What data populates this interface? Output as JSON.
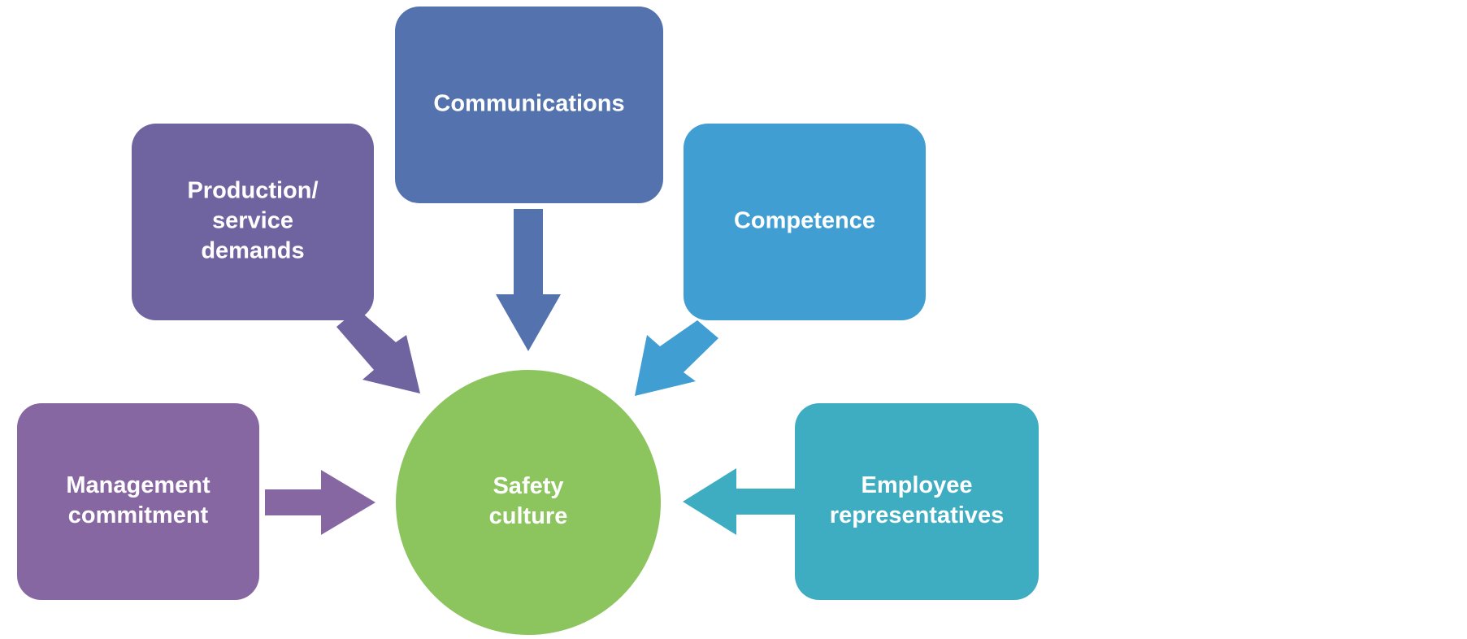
{
  "diagram": {
    "center": {
      "lines": [
        "Safety",
        "culture"
      ],
      "color": "#8CC45E"
    },
    "nodes": [
      {
        "id": "management-commitment",
        "lines": [
          "Management",
          "commitment"
        ],
        "color": "#8767A2"
      },
      {
        "id": "production-service-demands",
        "lines": [
          "Production/",
          "service",
          "demands"
        ],
        "color": "#6F63A0"
      },
      {
        "id": "communications",
        "lines": [
          "Communications"
        ],
        "color": "#5473AE"
      },
      {
        "id": "competence",
        "lines": [
          "Competence"
        ],
        "color": "#409ED2"
      },
      {
        "id": "employee-representatives",
        "lines": [
          "Employee",
          "representatives"
        ],
        "color": "#3FADC1"
      }
    ]
  }
}
